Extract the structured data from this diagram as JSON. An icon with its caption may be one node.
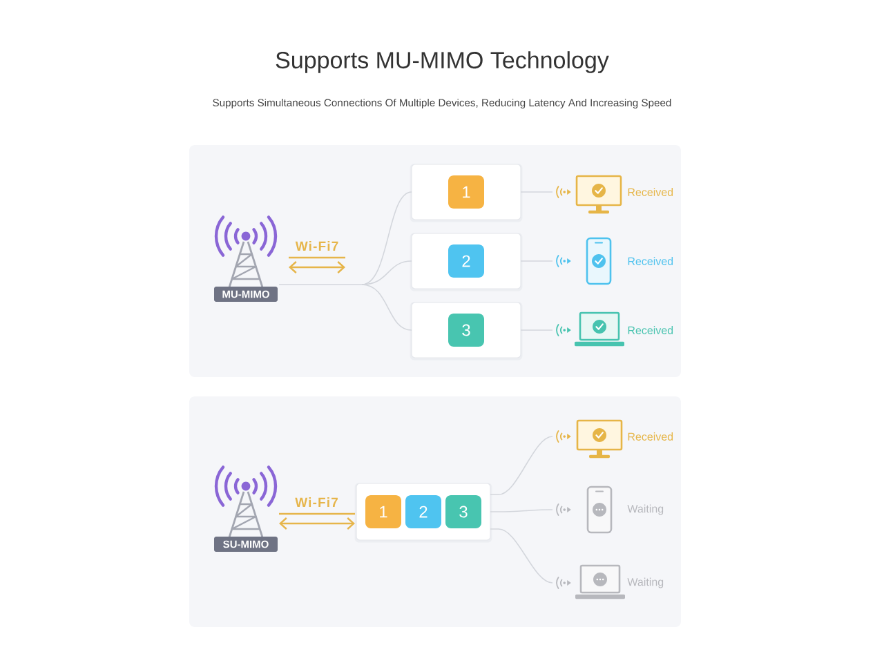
{
  "diagram": {
    "title": "Supports MU-MIMO Technology",
    "nodes": [
      {
        "text": [
          "MU-MIMO"
        ]
      },
      {
        "text": [],
        "shape": "box"
      },
      {
        "text": [
          "1"
        ],
        "in": 1
      },
      {
        "text": [],
        "shape": "picture",
        "beside": [
          "Received"
        ]
      },
      {
        "text": [],
        "shape": "box"
      },
      {
        "text": [
          "2"
        ],
        "in": 4
      },
      {
        "text": [],
        "shape": "picture",
        "beside": [
          "Received"
        ]
      },
      {
        "text": [],
        "shape": "box"
      },
      {
        "text": [
          "3"
        ],
        "in": 7
      },
      {
        "text": [],
        "shape": "picture",
        "beside": [
          "Received"
        ]
      },
      {
        "text": [
          "SU-MIMO"
        ]
      },
      {
        "text": [],
        "shape": "box"
      },
      {
        "text": [
          "1"
        ],
        "in": 11
      },
      {
        "text": [
          "2"
        ],
        "in": 11
      },
      {
        "text": [
          "3"
        ],
        "in": 11
      },
      {
        "text": [],
        "shape": "picture",
        "beside": [
          "Received"
        ]
      },
      {
        "text": [],
        "shape": "picture",
        "beside": [
          "Waiting"
        ]
      },
      {
        "text": [],
        "shape": "picture",
        "beside": [
          "Waiting"
        ]
      }
    ],
    "edges": [
      {
        "from": 0,
        "to": 1,
        "arrow": "none"
      },
      {
        "from": 0,
        "to": 4,
        "arrow": "none"
      },
      {
        "from": 0,
        "to": 7,
        "arrow": "none"
      },
      {
        "from": 1,
        "to": 3,
        "arrow": "none"
      },
      {
        "from": 4,
        "to": 6,
        "arrow": "none"
      },
      {
        "from": 7,
        "to": 9,
        "arrow": "none"
      },
      {
        "from": 10,
        "to": 11,
        "arrow": "both",
        "label": "Wi-Fi7",
        "color": "#e6b54a"
      },
      {
        "from": 11,
        "to": 15,
        "arrow": "none"
      },
      {
        "from": 11,
        "to": 16,
        "arrow": "none"
      },
      {
        "from": 11,
        "to": 17,
        "arrow": "none"
      }
    ],
    "labels": [
      "Supports Simultaneous Connections Of Multiple Devices, Reducing Latency And Increasing Speed",
      "Wi-Fi7"
    ]
  }
}
